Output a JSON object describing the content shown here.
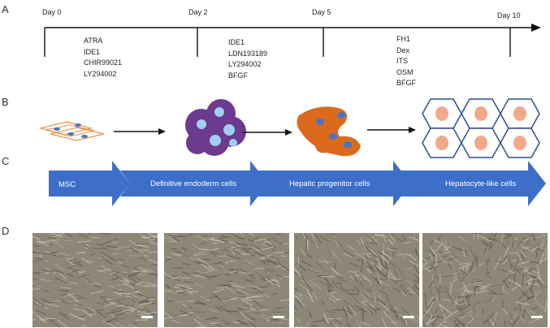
{
  "panels": {
    "a": "A",
    "b": "B",
    "c": "C",
    "d": "D"
  },
  "timeline": {
    "days": [
      "Day 0",
      "Day 2",
      "Day 5",
      "Day 10"
    ],
    "stages": [
      {
        "drugs": [
          "ATRA",
          "IDE1",
          "CHIR99021",
          "LY294002"
        ]
      },
      {
        "drugs": [
          "IDE1",
          "LDN193189",
          "LY294002",
          "BFGF"
        ]
      },
      {
        "drugs": [
          "FH1",
          "Dex",
          "ITS",
          "OSM",
          "BFGF"
        ]
      }
    ]
  },
  "cells": [
    "MSC",
    "Definitive endoderm cells",
    "Hepatic progenitor cells",
    "Hepatocyte-like cells"
  ],
  "colors": {
    "arrow_blue": "#3d6fc8",
    "msc_orange": "#e8944a",
    "de_purple": "#6c3a8e",
    "de_nucleus": "#9ed0ee",
    "hp_orange": "#dc6a1c",
    "nucleus_blue": "#4a72c6",
    "hex_blue": "#2c4f8e",
    "hep_nucleus": "#f1a98a",
    "micro_base": "#8e8778"
  }
}
